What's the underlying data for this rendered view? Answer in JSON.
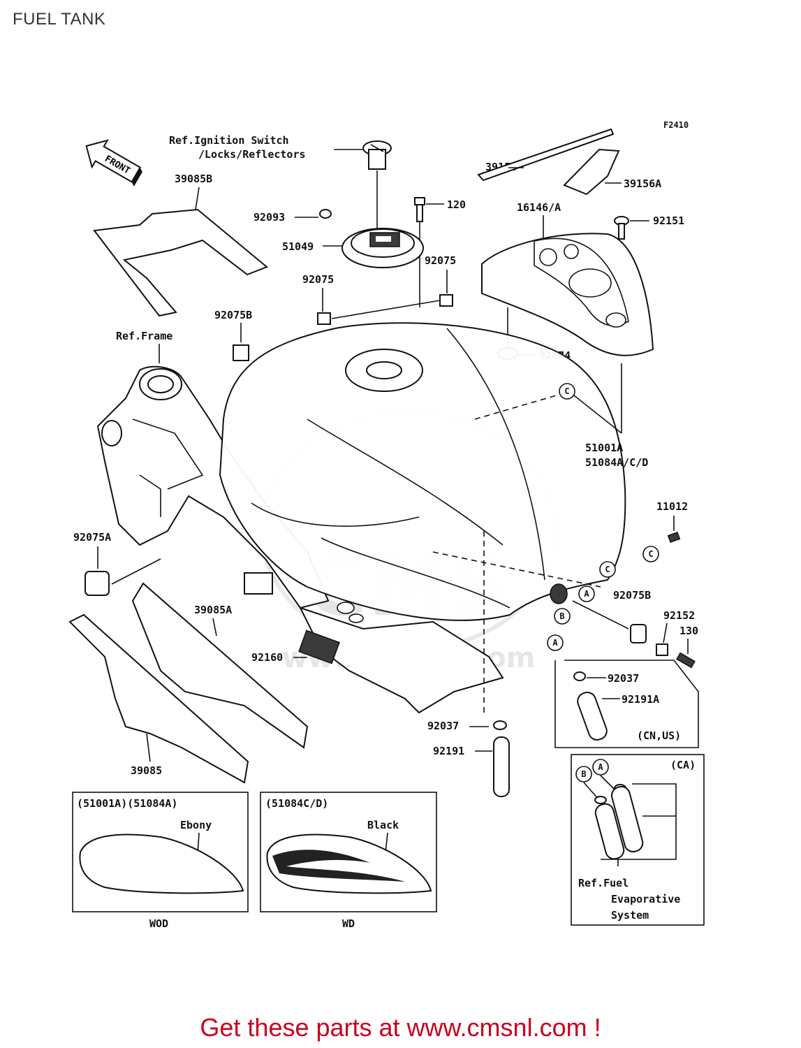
{
  "page": {
    "title": "FUEL TANK"
  },
  "figure_code": "F2410",
  "front_label": "FRONT",
  "refs": {
    "ignition_line1": "Ref.Ignition Switch",
    "ignition_line2": "/Locks/Reflectors",
    "frame": "Ref.Frame",
    "fuel_line1": "Ref.Fuel",
    "fuel_line2": "Evaporative",
    "fuel_line3": "System"
  },
  "parts": {
    "p39156": "39156",
    "p39156A": "39156A",
    "p39085B": "39085B",
    "p120": "120",
    "p16146A": "16146/A",
    "p92093": "92093",
    "p92151": "92151",
    "p51049": "51049",
    "p92075_right": "92075",
    "p92075_left": "92075",
    "p92075B_top": "92075B",
    "p92074": "92074",
    "p51001A": "51001A",
    "p51084ACD": "51084A/C/D",
    "p11012": "11012",
    "p92075A": "92075A",
    "p92075B_right": "92075B",
    "p92152": "92152",
    "p130": "130",
    "p39085A": "39085A",
    "p92160": "92160",
    "p92037_right": "92037",
    "p92191A": "92191A",
    "p92037_bottom": "92037",
    "p92191": "92191",
    "p39085": "39085"
  },
  "callouts": {
    "a": "A",
    "b": "B",
    "c": "C"
  },
  "variants": {
    "cn_us": "(CN,US)",
    "ca": "(CA)",
    "wod": {
      "header": "(51001A)(51084A)",
      "color": "Ebony",
      "caption": "WOD"
    },
    "wd": {
      "header": "(51084C/D)",
      "color": "Black",
      "caption": "WD"
    }
  },
  "watermark": {
    "brand": "CMS",
    "url": "www.cmsnl.com"
  },
  "footer": {
    "text": "Get these parts at www.cmsnl.com !"
  },
  "colors": {
    "footer": "#c8001e",
    "line": "#111111"
  }
}
